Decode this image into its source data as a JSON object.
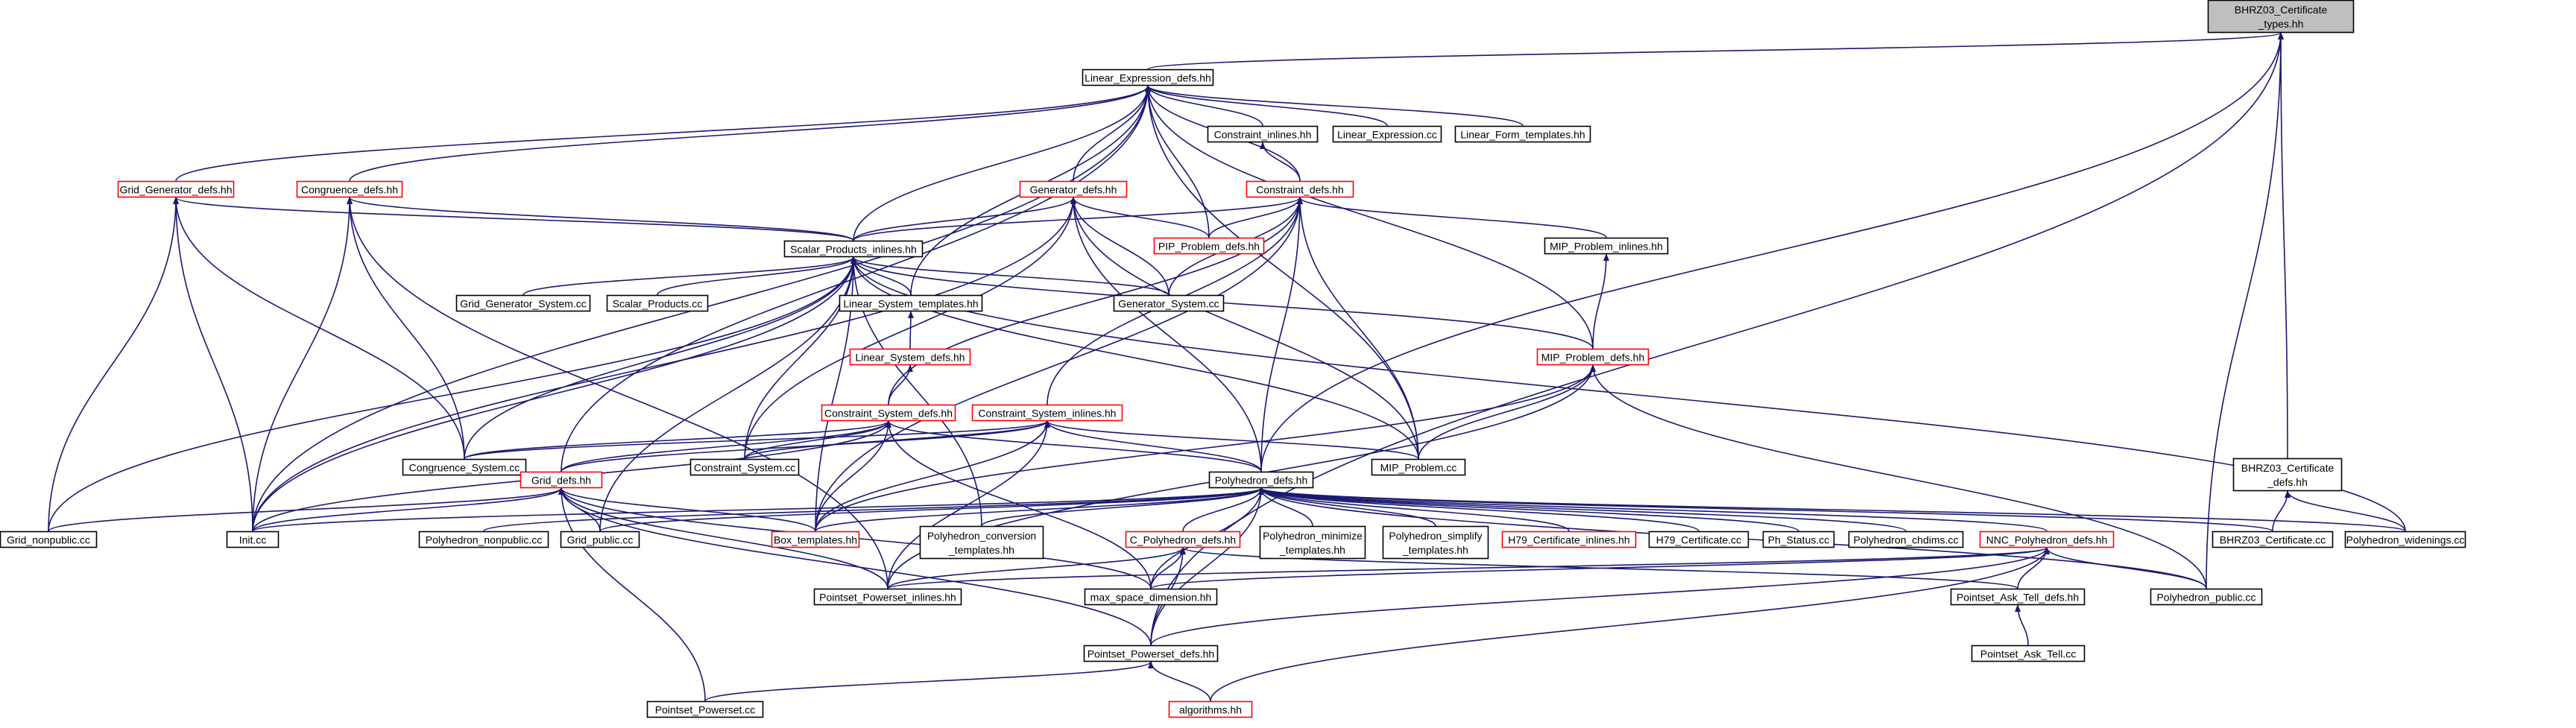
{
  "colors": {
    "edge": "#191970",
    "node_border_default": "#000000",
    "node_border_truncated": "#ff0000",
    "root_fill": "#bfbfbf",
    "node_fill": "#ffffff"
  },
  "graph": {
    "nodes": [
      {
        "id": "root",
        "lines": [
          "BHRZ03_Certificate",
          "_types.hh"
        ],
        "style": "root"
      },
      {
        "id": "lin_expr",
        "lines": [
          "Linear_Expression_defs.hh"
        ],
        "style": "normal"
      },
      {
        "id": "constr_inl",
        "lines": [
          "Constraint_inlines.hh"
        ],
        "style": "normal"
      },
      {
        "id": "lin_expr_cc",
        "lines": [
          "Linear_Expression.cc"
        ],
        "style": "normal"
      },
      {
        "id": "lin_form_t",
        "lines": [
          "Linear_Form_templates.hh"
        ],
        "style": "normal"
      },
      {
        "id": "grid_gen",
        "lines": [
          "Grid_Generator_defs.hh"
        ],
        "style": "truncated"
      },
      {
        "id": "cong",
        "lines": [
          "Congruence_defs.hh"
        ],
        "style": "truncated"
      },
      {
        "id": "gen",
        "lines": [
          "Generator_defs.hh"
        ],
        "style": "truncated"
      },
      {
        "id": "constr",
        "lines": [
          "Constraint_defs.hh"
        ],
        "style": "truncated"
      },
      {
        "id": "pip",
        "lines": [
          "PIP_Problem_defs.hh"
        ],
        "style": "truncated"
      },
      {
        "id": "mip_inl",
        "lines": [
          "MIP_Problem_inlines.hh"
        ],
        "style": "normal"
      },
      {
        "id": "scalar",
        "lines": [
          "Scalar_Products_inlines.hh"
        ],
        "style": "normal"
      },
      {
        "id": "grid_gen_sys",
        "lines": [
          "Grid_Generator_System.cc"
        ],
        "style": "normal"
      },
      {
        "id": "scalar_cc",
        "lines": [
          "Scalar_Products.cc"
        ],
        "style": "normal"
      },
      {
        "id": "lin_sys_t",
        "lines": [
          "Linear_System_templates.hh"
        ],
        "style": "normal"
      },
      {
        "id": "gen_sys",
        "lines": [
          "Generator_System.cc"
        ],
        "style": "normal"
      },
      {
        "id": "lin_sys",
        "lines": [
          "Linear_System_defs.hh"
        ],
        "style": "truncated"
      },
      {
        "id": "mip",
        "lines": [
          "MIP_Problem_defs.hh"
        ],
        "style": "truncated"
      },
      {
        "id": "cs_defs",
        "lines": [
          "Constraint_System_defs.hh"
        ],
        "style": "truncated"
      },
      {
        "id": "cs_inl",
        "lines": [
          "Constraint_System_inlines.hh"
        ],
        "style": "truncated"
      },
      {
        "id": "cong_sys",
        "lines": [
          "Congruence_System.cc"
        ],
        "style": "normal"
      },
      {
        "id": "cs_cc",
        "lines": [
          "Constraint_System.cc"
        ],
        "style": "normal"
      },
      {
        "id": "mip_cc",
        "lines": [
          "MIP_Problem.cc"
        ],
        "style": "normal"
      },
      {
        "id": "grid",
        "lines": [
          "Grid_defs.hh"
        ],
        "style": "truncated"
      },
      {
        "id": "poly",
        "lines": [
          "Polyhedron_defs.hh"
        ],
        "style": "normal"
      },
      {
        "id": "bhrz_defs",
        "lines": [
          "BHRZ03_Certificate",
          "_defs.hh"
        ],
        "style": "normal"
      },
      {
        "id": "grid_np",
        "lines": [
          "Grid_nonpublic.cc"
        ],
        "style": "normal"
      },
      {
        "id": "init",
        "lines": [
          "Init.cc"
        ],
        "style": "normal"
      },
      {
        "id": "poly_np",
        "lines": [
          "Polyhedron_nonpublic.cc"
        ],
        "style": "normal"
      },
      {
        "id": "grid_pub",
        "lines": [
          "Grid_public.cc"
        ],
        "style": "normal"
      },
      {
        "id": "box_t",
        "lines": [
          "Box_templates.hh"
        ],
        "style": "truncated"
      },
      {
        "id": "poly_conv",
        "lines": [
          "Polyhedron_conversion",
          "_templates.hh"
        ],
        "style": "normal"
      },
      {
        "id": "c_poly",
        "lines": [
          "C_Polyhedron_defs.hh"
        ],
        "style": "truncated"
      },
      {
        "id": "poly_min",
        "lines": [
          "Polyhedron_minimize",
          "_templates.hh"
        ],
        "style": "normal"
      },
      {
        "id": "poly_simp",
        "lines": [
          "Polyhedron_simplify",
          "_templates.hh"
        ],
        "style": "normal"
      },
      {
        "id": "h79_inl",
        "lines": [
          "H79_Certificate_inlines.hh"
        ],
        "style": "truncated"
      },
      {
        "id": "h79_cc",
        "lines": [
          "H79_Certificate.cc"
        ],
        "style": "normal"
      },
      {
        "id": "ph_status",
        "lines": [
          "Ph_Status.cc"
        ],
        "style": "normal"
      },
      {
        "id": "poly_chdims",
        "lines": [
          "Polyhedron_chdims.cc"
        ],
        "style": "normal"
      },
      {
        "id": "nnc",
        "lines": [
          "NNC_Polyhedron_defs.hh"
        ],
        "style": "truncated"
      },
      {
        "id": "bhrz_cc",
        "lines": [
          "BHRZ03_Certificate.cc"
        ],
        "style": "normal"
      },
      {
        "id": "poly_wid",
        "lines": [
          "Polyhedron_widenings.cc"
        ],
        "style": "normal"
      },
      {
        "id": "pp_inl",
        "lines": [
          "Pointset_Powerset_inlines.hh"
        ],
        "style": "normal"
      },
      {
        "id": "max_dim",
        "lines": [
          "max_space_dimension.hh"
        ],
        "style": "normal"
      },
      {
        "id": "pat_defs",
        "lines": [
          "Pointset_Ask_Tell_defs.hh"
        ],
        "style": "normal"
      },
      {
        "id": "poly_pub",
        "lines": [
          "Polyhedron_public.cc"
        ],
        "style": "normal"
      },
      {
        "id": "pat_cc",
        "lines": [
          "Pointset_Ask_Tell.cc"
        ],
        "style": "normal"
      },
      {
        "id": "pp_defs",
        "lines": [
          "Pointset_Powerset_defs.hh"
        ],
        "style": "normal"
      },
      {
        "id": "pp_cc",
        "lines": [
          "Pointset_Powerset.cc"
        ],
        "style": "normal"
      },
      {
        "id": "algo",
        "lines": [
          "algorithms.hh"
        ],
        "style": "truncated"
      }
    ],
    "edges": [
      [
        "lin_expr",
        "root"
      ],
      [
        "poly",
        "root"
      ],
      [
        "bhrz_defs",
        "root"
      ],
      [
        "poly_pub",
        "root"
      ],
      [
        "pp_defs",
        "root"
      ],
      [
        "grid_gen",
        "lin_expr"
      ],
      [
        "cong",
        "lin_expr"
      ],
      [
        "gen",
        "lin_expr"
      ],
      [
        "constr",
        "lin_expr"
      ],
      [
        "pip",
        "lin_expr"
      ],
      [
        "constr_inl",
        "lin_expr"
      ],
      [
        "lin_expr_cc",
        "lin_expr"
      ],
      [
        "lin_form_t",
        "lin_expr"
      ],
      [
        "scalar",
        "lin_expr"
      ],
      [
        "lin_sys_t",
        "lin_expr"
      ],
      [
        "init",
        "lin_expr"
      ],
      [
        "grid",
        "lin_expr"
      ],
      [
        "mip",
        "lin_expr"
      ],
      [
        "mip_cc",
        "lin_expr"
      ],
      [
        "constr",
        "constr_inl"
      ],
      [
        "scalar",
        "grid_gen"
      ],
      [
        "grid_np",
        "grid_gen"
      ],
      [
        "init",
        "grid_gen"
      ],
      [
        "cong_sys",
        "grid_gen"
      ],
      [
        "scalar",
        "cong"
      ],
      [
        "init",
        "cong"
      ],
      [
        "cong_sys",
        "cong"
      ],
      [
        "pp_inl",
        "cong"
      ],
      [
        "scalar",
        "gen"
      ],
      [
        "pip",
        "gen"
      ],
      [
        "gen_sys",
        "gen"
      ],
      [
        "cs_cc",
        "gen"
      ],
      [
        "init",
        "gen"
      ],
      [
        "mip_cc",
        "gen"
      ],
      [
        "poly",
        "gen"
      ],
      [
        "scalar",
        "constr"
      ],
      [
        "pip",
        "constr"
      ],
      [
        "mip_inl",
        "constr"
      ],
      [
        "cs_defs",
        "constr"
      ],
      [
        "cs_inl",
        "constr"
      ],
      [
        "mip_cc",
        "constr"
      ],
      [
        "gen_sys",
        "constr"
      ],
      [
        "box_t",
        "constr"
      ],
      [
        "poly",
        "constr"
      ],
      [
        "mip",
        "mip_inl"
      ],
      [
        "grid_gen_sys",
        "scalar"
      ],
      [
        "scalar_cc",
        "scalar"
      ],
      [
        "lin_sys_t",
        "scalar"
      ],
      [
        "gen_sys",
        "scalar"
      ],
      [
        "mip",
        "scalar"
      ],
      [
        "cs_cc",
        "scalar"
      ],
      [
        "cong_sys",
        "scalar"
      ],
      [
        "grid_np",
        "scalar"
      ],
      [
        "init",
        "scalar"
      ],
      [
        "grid_pub",
        "scalar"
      ],
      [
        "poly_conv",
        "scalar"
      ],
      [
        "poly_wid",
        "scalar"
      ],
      [
        "mip_cc",
        "scalar"
      ],
      [
        "box_t",
        "scalar"
      ],
      [
        "lin_sys",
        "lin_sys_t"
      ],
      [
        "cs_defs",
        "lin_sys"
      ],
      [
        "mip_cc",
        "mip"
      ],
      [
        "box_t",
        "mip"
      ],
      [
        "pp_inl",
        "mip"
      ],
      [
        "poly_pub",
        "mip"
      ],
      [
        "cong_sys",
        "cs_defs"
      ],
      [
        "cs_cc",
        "cs_defs"
      ],
      [
        "grid",
        "cs_defs"
      ],
      [
        "poly",
        "cs_defs"
      ],
      [
        "init",
        "cs_defs"
      ],
      [
        "box_t",
        "cs_defs"
      ],
      [
        "max_dim",
        "cs_defs"
      ],
      [
        "cong_sys",
        "cs_inl"
      ],
      [
        "cs_cc",
        "cs_inl"
      ],
      [
        "grid",
        "cs_inl"
      ],
      [
        "poly",
        "cs_inl"
      ],
      [
        "mip_cc",
        "cs_inl"
      ],
      [
        "box_t",
        "cs_inl"
      ],
      [
        "pp_inl",
        "cs_inl"
      ],
      [
        "grid_np",
        "grid"
      ],
      [
        "init",
        "grid"
      ],
      [
        "grid_pub",
        "grid"
      ],
      [
        "box_t",
        "grid"
      ],
      [
        "pp_inl",
        "grid"
      ],
      [
        "max_dim",
        "grid"
      ],
      [
        "pp_defs",
        "grid"
      ],
      [
        "pp_cc",
        "grid"
      ],
      [
        "init",
        "poly"
      ],
      [
        "poly_np",
        "poly"
      ],
      [
        "grid_pub",
        "poly"
      ],
      [
        "box_t",
        "poly"
      ],
      [
        "poly_conv",
        "poly"
      ],
      [
        "c_poly",
        "poly"
      ],
      [
        "poly_min",
        "poly"
      ],
      [
        "poly_simp",
        "poly"
      ],
      [
        "h79_inl",
        "poly"
      ],
      [
        "h79_cc",
        "poly"
      ],
      [
        "ph_status",
        "poly"
      ],
      [
        "poly_chdims",
        "poly"
      ],
      [
        "nnc",
        "poly"
      ],
      [
        "bhrz_cc",
        "poly"
      ],
      [
        "poly_wid",
        "poly"
      ],
      [
        "max_dim",
        "poly"
      ],
      [
        "pp_defs",
        "poly"
      ],
      [
        "poly_pub",
        "poly"
      ],
      [
        "bhrz_cc",
        "bhrz_defs"
      ],
      [
        "poly_wid",
        "bhrz_defs"
      ],
      [
        "pp_inl",
        "c_poly"
      ],
      [
        "max_dim",
        "c_poly"
      ],
      [
        "pp_defs",
        "c_poly"
      ],
      [
        "pat_defs",
        "c_poly"
      ],
      [
        "pp_inl",
        "nnc"
      ],
      [
        "max_dim",
        "nnc"
      ],
      [
        "pat_defs",
        "nnc"
      ],
      [
        "poly_pub",
        "nnc"
      ],
      [
        "pp_defs",
        "nnc"
      ],
      [
        "algo",
        "nnc"
      ],
      [
        "pat_cc",
        "pat_defs"
      ],
      [
        "pp_cc",
        "pp_defs"
      ],
      [
        "algo",
        "pp_defs"
      ]
    ]
  }
}
